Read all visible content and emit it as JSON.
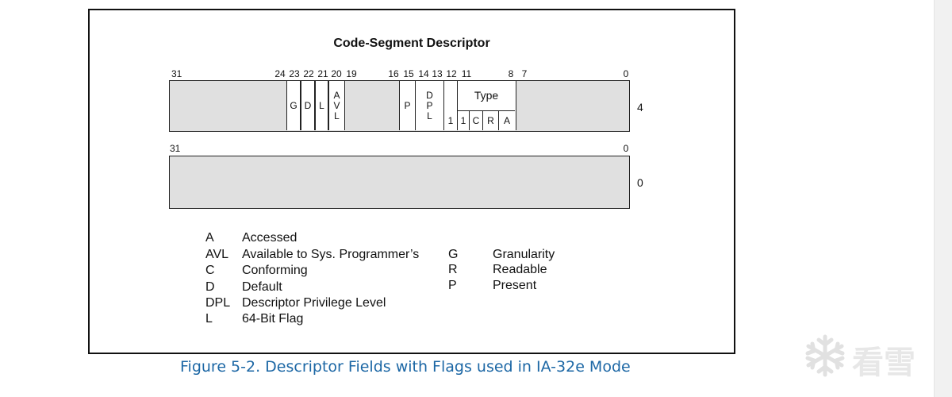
{
  "diagram": {
    "title": "Code-Segment Descriptor",
    "upper_word": {
      "offset_label": "4",
      "bit_labels": [
        "31",
        "24",
        "23",
        "22",
        "21",
        "20",
        "19",
        "16",
        "15",
        "14",
        "13",
        "12",
        "11",
        "8",
        "7",
        "0"
      ],
      "fields": {
        "g": "G",
        "d": "D",
        "l": "L",
        "avl": [
          "A",
          "V",
          "L"
        ],
        "p": "P",
        "dpl": [
          "D",
          "P",
          "L"
        ],
        "s": "1",
        "type_header": "Type",
        "type_bits": [
          "1",
          "C",
          "R",
          "A"
        ]
      }
    },
    "lower_word": {
      "offset_label": "0",
      "bit_labels": [
        "31",
        "0"
      ]
    }
  },
  "legend": [
    {
      "abbr": "A",
      "meaning": "Accessed"
    },
    {
      "abbr": "AVL",
      "meaning": "Available to Sys. Programmer’s"
    },
    {
      "abbr": "C",
      "meaning": "Conforming"
    },
    {
      "abbr": "D",
      "meaning": "Default"
    },
    {
      "abbr": "DPL",
      "meaning": "Descriptor Privilege Level"
    },
    {
      "abbr": "L",
      "meaning": "64-Bit Flag"
    },
    {
      "abbr": "G",
      "meaning": "Granularity"
    },
    {
      "abbr": "R",
      "meaning": "Readable"
    },
    {
      "abbr": "P",
      "meaning": "Present"
    }
  ],
  "caption": "Figure 5-2.  Descriptor Fields with Flags used in IA-32e Mode",
  "watermark_text": "看雪",
  "colors": {
    "caption": "#1c67a5",
    "field_fill": "#e0e0e0"
  }
}
